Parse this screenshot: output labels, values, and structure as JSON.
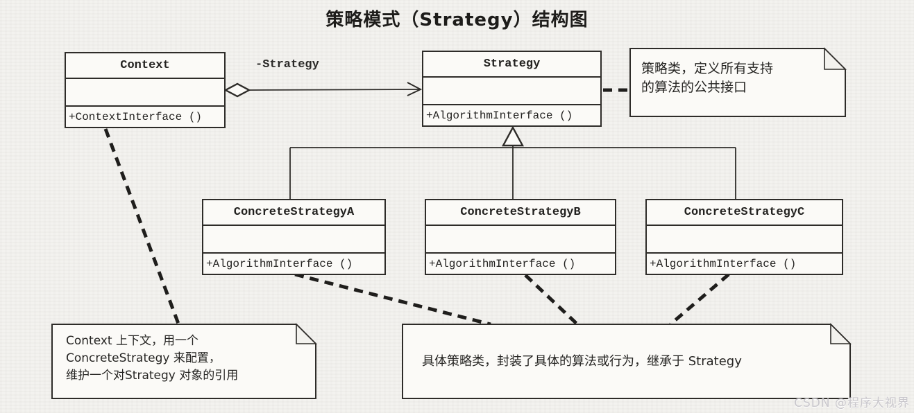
{
  "title": "策略模式（Strategy）结构图",
  "classes": [
    {
      "id": "context",
      "name": "Context",
      "method": "+ContextInterface ()"
    },
    {
      "id": "strategy",
      "name": "Strategy",
      "method": "+AlgorithmInterface ()"
    },
    {
      "id": "concrete-strategy-a",
      "name": "ConcreteStrategyA",
      "method": "+AlgorithmInterface ()"
    },
    {
      "id": "concrete-strategy-b",
      "name": "ConcreteStrategyB",
      "method": "+AlgorithmInterface ()"
    },
    {
      "id": "concrete-strategy-c",
      "name": "ConcreteStrategyC",
      "method": "+AlgorithmInterface ()"
    }
  ],
  "relations": {
    "aggregation_label": "-Strategy",
    "aggregation": "Context ◇— → Strategy",
    "inheritance": "ConcreteStrategyA/B/C —▷ Strategy"
  },
  "notes": [
    {
      "id": "strategy-note",
      "lines": [
        "策略类，定义所有支持",
        "的算法的公共接口"
      ]
    },
    {
      "id": "context-note",
      "lines": [
        "Context 上下文，用一个",
        "ConcreteStrategy 来配置，",
        "维护一个对Strategy 对象的引用"
      ]
    },
    {
      "id": "concrete-note",
      "lines": [
        "具体策略类，封装了具体的算法或行为，继承于 Strategy"
      ]
    }
  ],
  "watermark": "CSDN @程序大视界",
  "colors": {
    "line": "#2e2c29",
    "paper": "#f3f2ef",
    "box_fill": "#fbfaf7",
    "watermark": "#c9c7cc"
  }
}
